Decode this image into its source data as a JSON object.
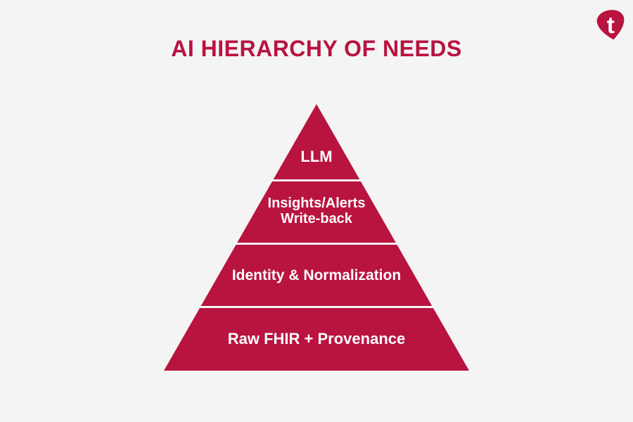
{
  "title": "AI HIERARCHY OF NEEDS",
  "logo": {
    "letter": "t"
  },
  "colors": {
    "accent": "#B9133F",
    "background": "#F5F4F5",
    "label_text": "#FFFFFF"
  },
  "chart_data": {
    "type": "pyramid",
    "title": "AI HIERARCHY OF NEEDS",
    "levels_top_to_bottom": [
      "LLM",
      "Insights/Alerts Write-back",
      "Identity & Normalization",
      "Raw FHIR + Provenance"
    ]
  },
  "pyramid": {
    "levels": [
      {
        "label": "LLM",
        "lines": [
          "LLM"
        ]
      },
      {
        "label": "Insights/Alerts Write-back",
        "lines": [
          "Insights/Alerts",
          "Write-back"
        ]
      },
      {
        "label": "Identity & Normalization",
        "lines": [
          "Identity & Normalization"
        ]
      },
      {
        "label": "Raw FHIR + Provenance",
        "lines": [
          "Raw FHIR + Provenance"
        ]
      }
    ]
  }
}
